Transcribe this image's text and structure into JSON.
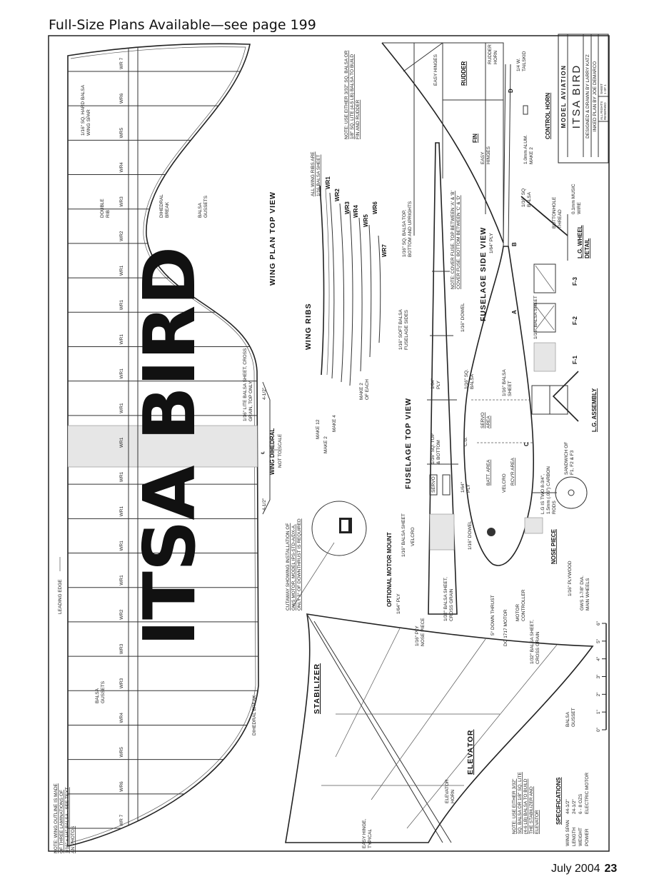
{
  "header": {
    "text": "Full-Size Plans Available—see page 199"
  },
  "footer": {
    "issue": "July 2004",
    "page": "23"
  },
  "title_block": {
    "publisher": "MODEL AVIATION",
    "name": "ITSA BIRD",
    "designed": "DESIGNED & DRAWN BY LARRY KATZ",
    "inked": "INKED PLAN BY JOE DEMARCO",
    "rights": [
      "ALL RIGHTS",
      "RESERVED"
    ],
    "sheet": [
      "SHEET",
      "1 OF 1"
    ]
  },
  "logo_text": "ITSA BIRD",
  "wing": {
    "title": "WING PLAN TOP VIEW",
    "leading_edge": "LEADING EDGE",
    "rib_labels": [
      "WR 7",
      "WR6",
      "WR5",
      "WR4",
      "WR3",
      "WR2",
      "WR1",
      "WR1",
      "WR1",
      "WR1",
      "WR1",
      "WR1",
      "WR1",
      "WR1",
      "WR1",
      "WR1",
      "WR2",
      "WR3",
      "WR3",
      "WR4",
      "WR5",
      "WR6",
      "WR 7"
    ],
    "spar_note": [
      "1/16\" SQ. HARD BALSA",
      "WING SPAR"
    ],
    "double_rib": [
      "DOUBLE",
      "RIB"
    ],
    "dihedral_break": [
      "DIHEDRAL",
      "BREAK"
    ],
    "balsa_gussets": [
      "BALSA",
      "GUSSETS"
    ],
    "center_sheet": [
      "1/16\" LITE BALSA SHEET, CROSS",
      "GRAIN, TOP ONLY"
    ],
    "dihedral_break_lower": "DIHEDRAL BREAK",
    "outline_note": [
      "NOTE: WING OUTLINE IS MADE",
      "OF THREE LAMINATIONS OF",
      "1/16\" x 1/4\" BALSA - SEE TEXT",
      "AN PHOTOS"
    ]
  },
  "dihedral": {
    "title": "WING DIHEDRAL",
    "subtitle": "NOT TO SCALE",
    "dim": "4-1/2\"",
    "centerline": "℄"
  },
  "cutaway_note": [
    "CUTAWAY SHOWING INSTALLATION OF",
    "GWS MOTOR, MODEL IPS-STD-A/DX-A.",
    "ONLY 3° OF DOWNTHRUST IS REQUIRED"
  ],
  "wing_ribs": {
    "title": "WING RIBS",
    "note": [
      "ALL WING RIBS ARE",
      "1/16 BALSA SHEET"
    ],
    "labels": [
      "WR1",
      "WR2",
      "WR3",
      "WR4",
      "WR5",
      "WR6",
      "WR7"
    ],
    "make": [
      "MAKE 12",
      "MAKE 2",
      "MAKE 4"
    ],
    "make_each": [
      "MAKE 2",
      "OF EACH"
    ]
  },
  "fuselage_top": {
    "title": "FUSELAGE TOP VIEW",
    "motor_mount": "OPTIONAL MOTOR MOUNT",
    "labels": {
      "ply64": "1/64\" PLY",
      "balsa_sheet": "1/16\" BALSA SHEET",
      "velcro": "VELCRO",
      "dowel": "1/16\" DOWEL",
      "ply_nose": [
        "1/16\" PLY",
        "NOSE PIECE"
      ],
      "balsa32": [
        "1/32\" BALSA SHEET,",
        "CROSS GRAIN"
      ],
      "sq_top": [
        "1/16\" SQ. TOP",
        "& BOTTOM"
      ],
      "ply64b": [
        "1/64\"",
        "PLY"
      ],
      "servo": "SERVO",
      "soft_sides": [
        "1/16\" SOFT BALSA",
        "FUSELAGE SIDES"
      ],
      "sq_uprights": [
        "1/16\" SQ. BALSA TOP,",
        "BOTTOM AND UPRIGHTS"
      ]
    }
  },
  "fuselage_side": {
    "title": "FUSELAGE SIDE VIEW",
    "note": [
      "NOTE: COVER FUSE. TOP BETWEEN 'A' & 'B'",
      "COVER FUSE. BOTTOM BETWEEN 'C' & 'D'"
    ],
    "labels": {
      "ply64": "1/64\" PLY",
      "dowel": "1/16\" DOWEL",
      "sq_balsa": [
        "1/16\" SQ.",
        "BALSA"
      ],
      "balsa_sheet": [
        "1/16\" BALSA",
        "SHEET"
      ],
      "servo_area": [
        "SERVO",
        "AREA"
      ],
      "batt_area": "BATT. AREA",
      "rcvr_area": "RCV'R AREA",
      "velcro": "VELCRO",
      "cg": "C.G.",
      "ply64b": [
        "1/64\"",
        "PLY"
      ],
      "down_thrust": "5° DOWN THRUST",
      "motor": "DC 1717 MOTOR",
      "controller": [
        "MOTOR",
        "CONTROLLER"
      ],
      "balsa32": [
        "1/32\" BALSA SHEET,",
        "CROSS GRAIN"
      ],
      "sq_balsa_tail": [
        "1/16\" SQ",
        "BALSA"
      ]
    },
    "markers": [
      "A",
      "B",
      "C",
      "D"
    ]
  },
  "fin": {
    "fin": "FIN",
    "rudder": "RUDDER",
    "easy_hinges": "EASY HINGES",
    "easy_hinges2": [
      "EASY",
      "HINGES"
    ],
    "rudder_horn": [
      "RUDDER",
      "HORN"
    ],
    "tailskid": [
      "1/4 W.",
      "TAILSKID"
    ],
    "note": [
      "NOTE: USE EITHER 3/32\" SQ. BALSA OR",
      "1/8\" SQ. LITE (4-5 LB) BALSA TO BUILD",
      "FIN AND RUDDER"
    ]
  },
  "control_horn": {
    "title": "CONTROL HORN",
    "note": [
      "1.0mm ALUM.",
      "MAKE 2"
    ]
  },
  "lg_wheel": {
    "title": [
      "L.G. WHEEL",
      "DETAIL"
    ],
    "thread": [
      "BUTTONHOLE",
      "THREAD"
    ],
    "wire": [
      "0.1mm MUSIC",
      "WIRE"
    ]
  },
  "lg_assembly": {
    "title": "L.G. ASSEMBLY",
    "formers": [
      "F-1",
      "F-2",
      "F-3"
    ],
    "balsa_sheet": "1/16\" BALSA SHEET",
    "sandwich": [
      "SANDWICH OF",
      "F1, F2 & F3"
    ],
    "lg_note": [
      "L.G IS TWO 8-3/4\",",
      "1.5mm (.06\") CARBON",
      "RODS"
    ],
    "nose_piece": "NOSE PIECE",
    "plywood": "1/16\" PLYWOOD",
    "wheels": [
      "GWS 1-7/8\" DIA.",
      "MAIN WHEELS"
    ]
  },
  "stabilizer": {
    "title": "STABILIZER",
    "elevator": "ELEVATOR",
    "elevator_horn": [
      "ELEVATOR",
      "HORN"
    ],
    "easy_hinge": [
      "EASY HINGE,",
      "TYPICAL"
    ],
    "balsa_gusset": [
      "BALSA",
      "GUSSET"
    ],
    "note": [
      "NOTE: USE EITHER 3/32\"",
      "SQ. BALSA OR 1/8\" SQ. LITE",
      "(4-6 LB) BALSA TO BUILD",
      "THE STABILIZER AND",
      "ELEVATOR"
    ]
  },
  "specs": {
    "title": "SPECIFICATIONS",
    "rows": [
      {
        "label": "WING SPAN",
        "value": "44-1/2\""
      },
      {
        "label": "LENGTH",
        "value": "24-1/2\""
      },
      {
        "label": "WEIGHT",
        "value": "6 - 8 OZS"
      },
      {
        "label": "POWER",
        "value": "ELECTRIC MOTOR"
      }
    ]
  },
  "scale": {
    "ticks": [
      "0\"",
      "1\"",
      "2\"",
      "3\"",
      "4\"",
      "5\"",
      "6\""
    ]
  }
}
